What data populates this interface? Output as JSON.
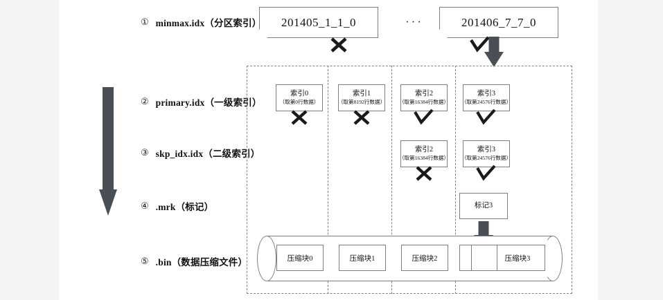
{
  "diagram": {
    "title": "ClickHouse MergeTree index lookup diagram",
    "rows": [
      {
        "num": "①",
        "label": "minmax.idx（分区索引）"
      },
      {
        "num": "②",
        "label": "primary.idx（一级索引）"
      },
      {
        "num": "③",
        "label": "skp_idx.idx（二级索引）"
      },
      {
        "num": "④",
        "label": ".mrk（标记）"
      },
      {
        "num": "⑤",
        "label": ".bin（数据压缩文件）"
      }
    ],
    "partitions": [
      {
        "name": "201405_1_1_0",
        "mark": "x"
      },
      {
        "name": "201406_7_7_0",
        "mark": "check"
      }
    ],
    "ellipsis": "···",
    "primary_index": [
      {
        "title": "索引0",
        "sub": "（取第0行数据）",
        "mark": "x"
      },
      {
        "title": "索引1",
        "sub": "（取第8192行数据）",
        "mark": "x"
      },
      {
        "title": "索引2",
        "sub": "（取第16384行数据）",
        "mark": "check"
      },
      {
        "title": "索引3",
        "sub": "（取第24576行数据）",
        "mark": "check"
      }
    ],
    "skip_index": [
      {
        "title": "索引2",
        "sub": "（取第16384行数据）",
        "mark": "x"
      },
      {
        "title": "索引3",
        "sub": "（取第24576行数据）",
        "mark": "check"
      }
    ],
    "marks": [
      {
        "title": "标记3"
      }
    ],
    "bin_blocks": [
      {
        "label": "压缩块0"
      },
      {
        "label": "压缩块1"
      },
      {
        "label": "压缩块2"
      },
      {
        "label": "压缩块3"
      }
    ],
    "colors": {
      "arrow": "#4a4e55",
      "stroke": "#7a7d82",
      "dashed": "#7f8287",
      "page": "#ffffff",
      "backdrop": "#f4f4f4",
      "text": "#111111"
    }
  }
}
